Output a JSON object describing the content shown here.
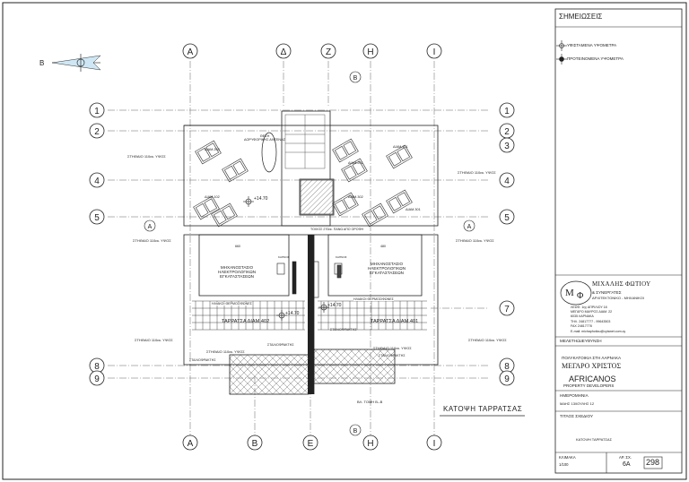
{
  "grid": {
    "columns_top": [
      "A",
      "Δ",
      "Z",
      "H",
      "I"
    ],
    "columns_bottom": [
      "A",
      "B",
      "E",
      "H",
      "I"
    ],
    "rows_left": [
      "1",
      "2",
      "4",
      "5",
      "8",
      "9"
    ],
    "rows_right": [
      "1",
      "2",
      "3",
      "4",
      "5",
      "7",
      "8",
      "9"
    ],
    "section_marks": [
      "A",
      "A",
      "B",
      "B"
    ]
  },
  "plan": {
    "drawing_title": "ΚΑΤΟΨΗ ΤΑΡΡΑΤΣΑΣ",
    "labels": {
      "antenna": "ΘΕΣΗ\nΔΟΡΥΦΟΡΙΚΗΣ ΑΝΤΕΝΑΣ",
      "apt203": "ΔΙΑΜ.203",
      "apt102": "ΔΙΑΜ.102",
      "apt201": "ΔΙΑΜ.201",
      "apt101": "ΔΙΑΜ.101",
      "apt302": "ΔΙΑΜ.302",
      "apt301": "ΔΙΑΜ.301",
      "level1": "+14.70",
      "level2": "+14.70",
      "level3": "+14.70",
      "parapet_left1": "ΣΤΗΘΑΙΟ 110εκ. ΥΨΟΣ",
      "parapet_left2": "ΣΤΗΘΑΙΟ 110εκ. ΥΨΟΣ",
      "parapet_right1": "ΣΤΗΘΑΙΟ 110εκ. ΥΨΟΣ",
      "parapet_right2": "ΣΤΗΘΑΙΟ 110εκ. ΥΨΟΣ",
      "parapet_left3": "ΣΤΗΘΑΙΟ 110εκ. ΥΨΟΣ",
      "parapet_right3": "ΣΤΗΘΑΙΟ 110εκ. ΥΨΟΣ",
      "parapet_mid1": "ΣΤΗΘΑΙΟ 110εκ. ΥΨΟΣ",
      "parapet_mid2": "ΣΤΗΘΑΙΟ 110εκ. ΥΨΟΣ",
      "roof_beam": "ΤΟΙΧΟΣ 270εκ. ΠΑΝΩ ΑΠΟ ΟΡΟΦΗ",
      "mech_left": "ΜΗΧΑΝΟΣΤΑΣΙΟ\nΗΛΕΚΤΡΟΛΟΓΙΚΩΝ\nΕΓΚΑΤΑΣΤΑΣΕΩΝ",
      "mech_right": "ΜΗΧΑΝΟΣΤΑΣΙΟ\nΗΛΕΚΤΡΟΛΟΓΙΚΩΝ\nΕΓΚΑΤΑΣΤΑΣΕΩΝ",
      "terrace_left": "ΤΑΡΡΑΤΣΑ ΔΙΑΜ.402",
      "terrace_right": "ΤΑΡΡΑΤΣΑ ΔΙΑΜ.401",
      "solar_left": "ΗΛΙΑΚΟΙ ΘΕΡΜΟΣΙΦΩΝΕΣ",
      "solar_right": "ΗΛΙΑΚΟΙ ΘΕΡΜΟΣΙΦΩΝΕΣ",
      "skylight1": "ΣΤΑΛΙΟΦΡΑΚΤΗΣ",
      "skylight2": "ΣΤΑΛΙΟΦΡΑΚΤΗΣ",
      "skylight3": "ΣΤΑΛΙΟΦΡΑΚΤΗΣ",
      "skylight4": "ΣΤΑΛΙΟΦΡΑΚΤΗΣ",
      "section_bb": "ΒΛ. ΤΟΜΗ Β--Β",
      "dim_660": "660",
      "dim_480": "480",
      "vent1": "ΚΑΠΝΟΣ",
      "vent2": "ΚΑΠΝΟΣ"
    }
  },
  "title_block": {
    "notes_heading": "ΣΗΜΕΙΩΣΕΙΣ",
    "legend_existing": "ΥΦΙΣΤΑΜΕΝΑ ΥΨΟΜΕΤΡΑ",
    "legend_proposed": "ΠΡΟΤΕΙΝΟΜΕΝΑ ΥΨΟΜΕΤΡΑ",
    "logo_letters": "Μ Φ",
    "logo_sub": "&Σ",
    "firm_name": "ΜΙΧΑΛΗΣ ΦΩΤΙΟΥ",
    "firm_sub1": "& ΣΥΝΕΡΓΑΤΕΣ",
    "firm_sub2": "ΑΡΧΙΤΕΚΤΟΝΙΚΟ - ΜΗΧΑΝΙΚΟΙ",
    "address1": "ΛΕΩΦ. 1ης ΑΠΡΙΛΙΟΥ 18",
    "address2": "ΜΕΓΑΡΟ ΜΑΥΡΟΣ ΔΙΑΜ. 22",
    "address3": "6035 ΛΑΡΝΑΚΑ",
    "phone": "ΤΗΛ. 24817777 - 99643503",
    "fax": "FAX 24817778",
    "email": "E-mail: michaphotiou@cytanet.com.cy",
    "study_heading": "ΜΕΛΕΤΗ/ΔΙΕΥΘΥΝΣΗ",
    "project_line": "ΠΟΛΥΚΑΤΟΙΚΙΑ ΣΤΗ ΛΑΡΝΑΚΑ",
    "project_name": "ΜΕΓΑΡΟ ΧΡΙΣΤΟΣ",
    "client": "AFRICANOS",
    "client_sub": "PROPERTY DEVELOPERS",
    "date_heading": "ΗΜΕΡΟΜΗΝΙΑ",
    "date_value": "ΜΑΗΣ 13/ΙΟΥΛΗΣ 12",
    "drawing_heading": "ΤΙΤΛΟΣ ΣΧΕΔΙΟΥ",
    "drawing_value": "ΚΑΤΟΨΗ ΤΑΡΡΑΤΣΑΣ",
    "scale_heading": "ΚΛΙΜΑΚΑ",
    "scale_value": "1/100",
    "sheet_heading": "ΑΡ. ΣΧ.",
    "sheet_value": "6A",
    "sheet_number": "298"
  }
}
